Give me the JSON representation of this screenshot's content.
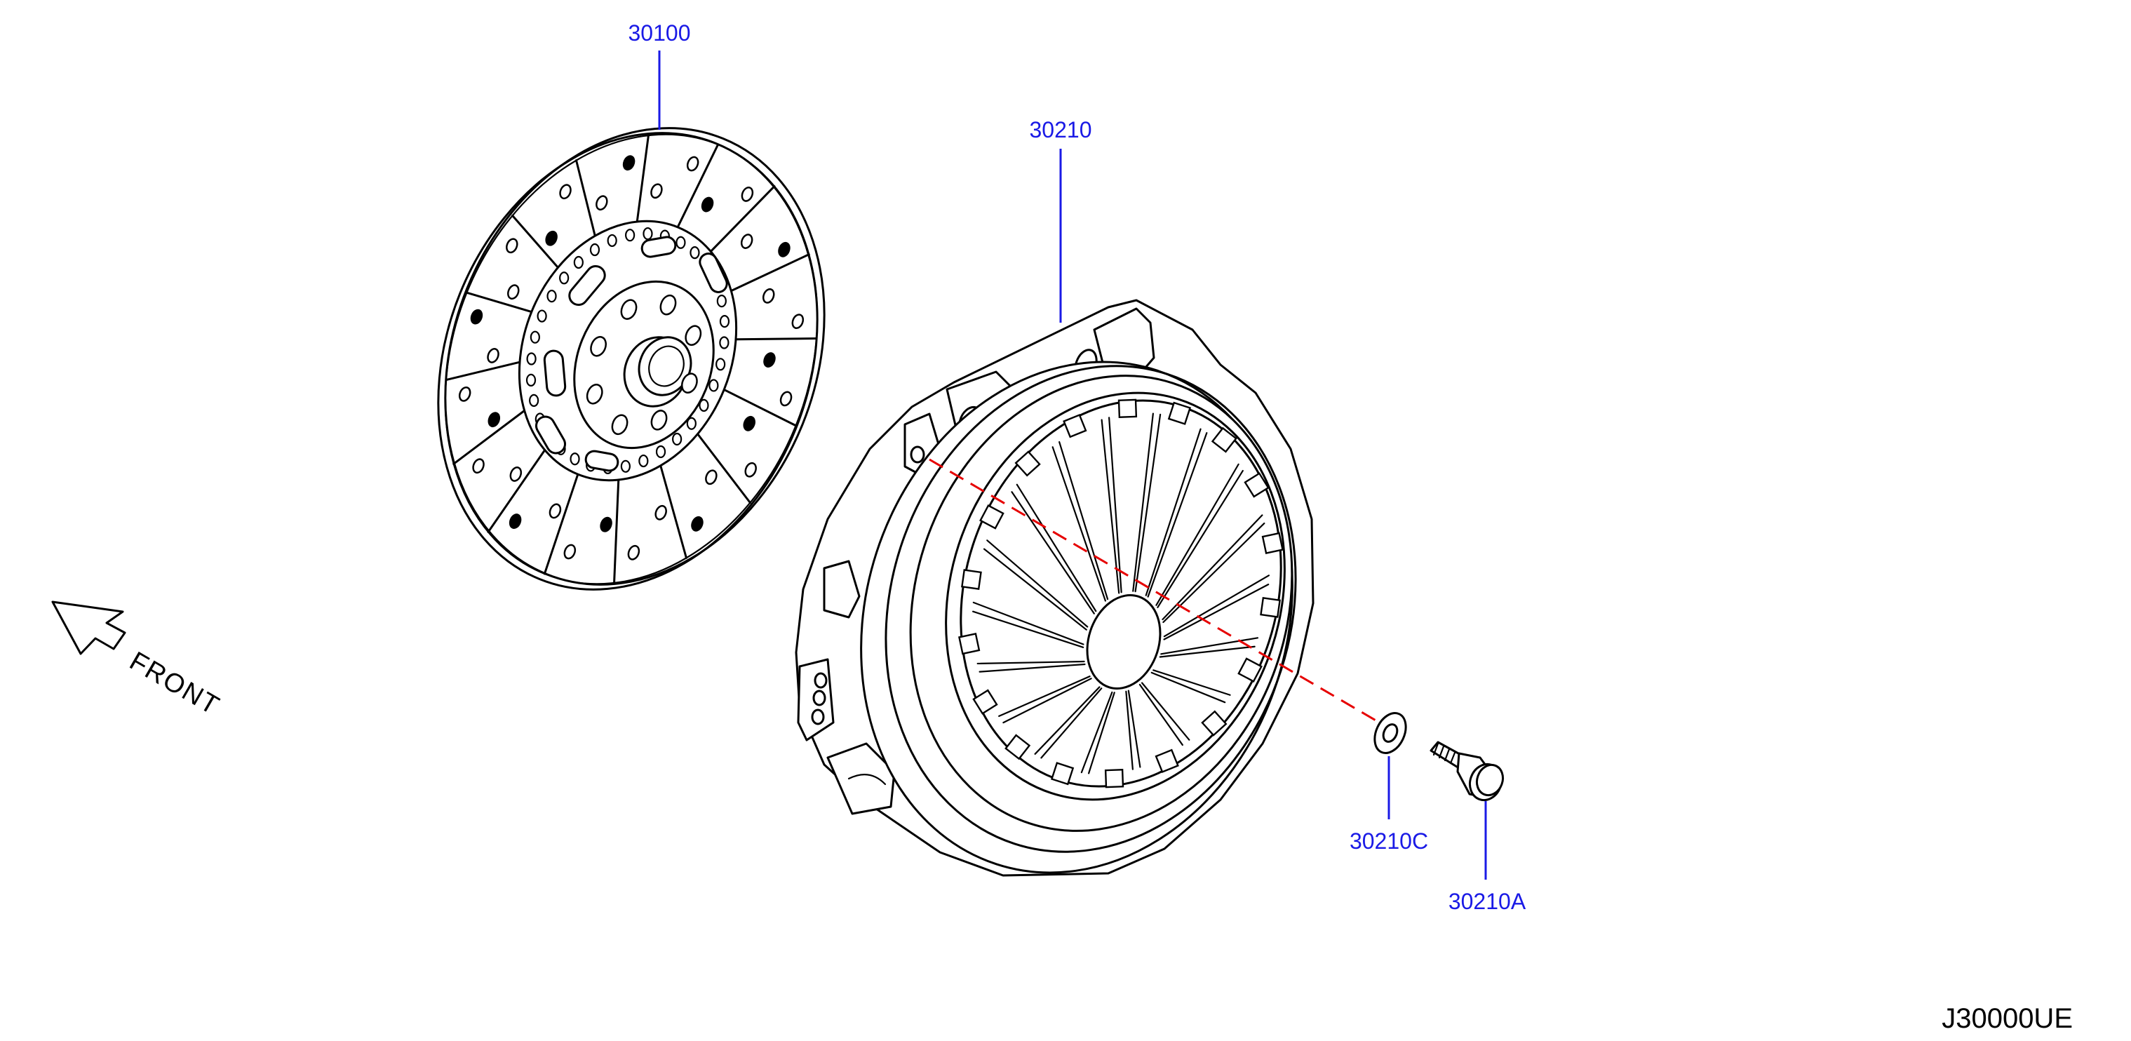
{
  "colors": {
    "label_blue": "#1a1ae6",
    "center_line_red": "#e60000",
    "ink": "#000000",
    "background": "#ffffff"
  },
  "parts": {
    "disc": {
      "number": "30100",
      "icon": "clutch-disc-icon"
    },
    "cover": {
      "number": "30210",
      "icon": "clutch-cover-icon"
    },
    "washer": {
      "number": "30210C",
      "icon": "washer-icon"
    },
    "bolt": {
      "number": "30210A",
      "icon": "bolt-icon"
    }
  },
  "direction": {
    "label": "FRONT",
    "icon": "front-arrow-icon"
  },
  "reference_code": "J30000UE"
}
